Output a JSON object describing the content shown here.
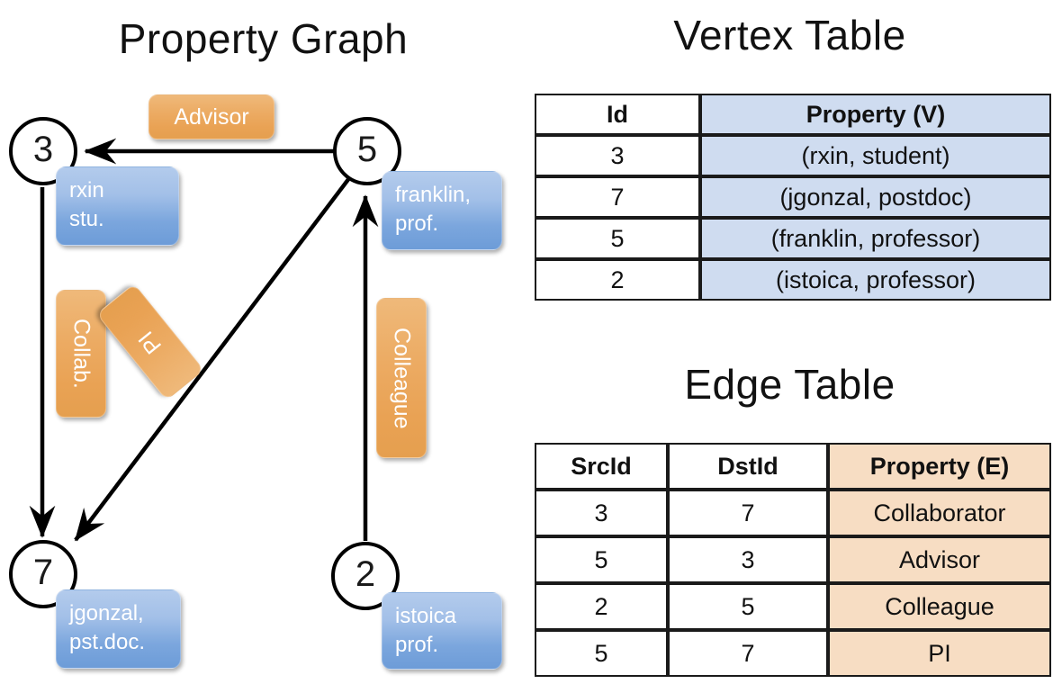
{
  "titles": {
    "graph": "Property Graph",
    "vertex_table": "Vertex Table",
    "edge_table": "Edge Table"
  },
  "colors": {
    "vertex_property_fill": "#cfdcf0",
    "edge_property_fill": "#f7ddc3",
    "bubble_blue": "#7ba6dd",
    "chip_orange": "#e9a254",
    "stroke": "#000000"
  },
  "graph": {
    "nodes": [
      {
        "id": "3",
        "property_lines": [
          "rxin",
          "stu."
        ]
      },
      {
        "id": "5",
        "property_lines": [
          "franklin,",
          "prof."
        ]
      },
      {
        "id": "7",
        "property_lines": [
          "jgonzal,",
          "pst.doc."
        ]
      },
      {
        "id": "2",
        "property_lines": [
          "istoica",
          "prof."
        ]
      }
    ],
    "edges": [
      {
        "src": "5",
        "dst": "3",
        "label": "Advisor"
      },
      {
        "src": "3",
        "dst": "7",
        "label": "Collab."
      },
      {
        "src": "5",
        "dst": "7",
        "label": "PI"
      },
      {
        "src": "2",
        "dst": "5",
        "label": "Colleague"
      }
    ]
  },
  "vertex_table": {
    "headers": [
      "Id",
      "Property (V)"
    ],
    "rows": [
      {
        "id": "3",
        "property": "(rxin, student)"
      },
      {
        "id": "7",
        "property": "(jgonzal, postdoc)"
      },
      {
        "id": "5",
        "property": "(franklin, professor)"
      },
      {
        "id": "2",
        "property": "(istoica, professor)"
      }
    ]
  },
  "edge_table": {
    "headers": [
      "SrcId",
      "DstId",
      "Property (E)"
    ],
    "rows": [
      {
        "src": "3",
        "dst": "7",
        "property": "Collaborator"
      },
      {
        "src": "5",
        "dst": "3",
        "property": "Advisor"
      },
      {
        "src": "2",
        "dst": "5",
        "property": "Colleague"
      },
      {
        "src": "5",
        "dst": "7",
        "property": "PI"
      }
    ]
  }
}
